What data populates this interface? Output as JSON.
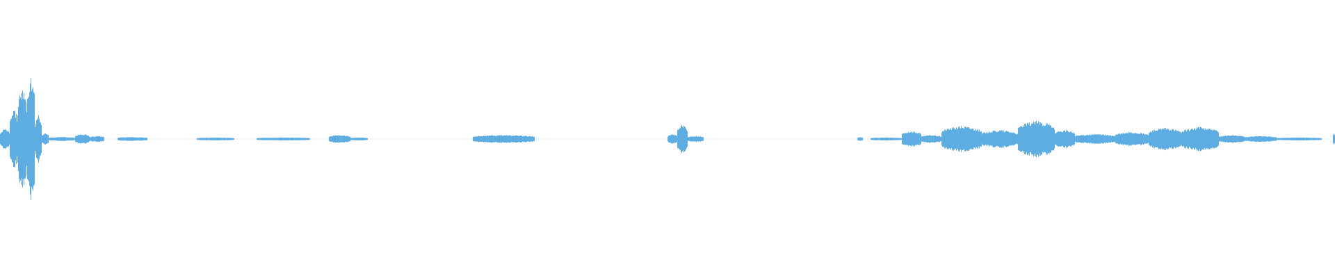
{
  "waveform": {
    "color": "#5dade2",
    "background": "#ffffff",
    "segments": [
      {
        "start": 0.0,
        "end": 0.007,
        "peak": 0.1
      },
      {
        "start": 0.007,
        "end": 0.013,
        "peak": 0.3
      },
      {
        "start": 0.013,
        "end": 0.02,
        "peak": 0.5
      },
      {
        "start": 0.02,
        "end": 0.026,
        "peak": 0.62
      },
      {
        "start": 0.026,
        "end": 0.031,
        "peak": 0.24
      },
      {
        "start": 0.031,
        "end": 0.036,
        "peak": 0.06
      },
      {
        "start": 0.036,
        "end": 0.056,
        "peak": 0.02
      },
      {
        "start": 0.056,
        "end": 0.067,
        "peak": 0.05
      },
      {
        "start": 0.067,
        "end": 0.078,
        "peak": 0.03
      },
      {
        "start": 0.088,
        "end": 0.11,
        "peak": 0.02
      },
      {
        "start": 0.147,
        "end": 0.175,
        "peak": 0.015
      },
      {
        "start": 0.192,
        "end": 0.232,
        "peak": 0.015
      },
      {
        "start": 0.246,
        "end": 0.262,
        "peak": 0.04
      },
      {
        "start": 0.262,
        "end": 0.275,
        "peak": 0.015
      },
      {
        "start": 0.354,
        "end": 0.4,
        "peak": 0.04
      },
      {
        "start": 0.5,
        "end": 0.507,
        "peak": 0.05
      },
      {
        "start": 0.507,
        "end": 0.515,
        "peak": 0.14
      },
      {
        "start": 0.515,
        "end": 0.527,
        "peak": 0.03
      },
      {
        "start": 0.642,
        "end": 0.646,
        "peak": 0.02
      },
      {
        "start": 0.652,
        "end": 0.675,
        "peak": 0.015
      },
      {
        "start": 0.675,
        "end": 0.69,
        "peak": 0.08
      },
      {
        "start": 0.69,
        "end": 0.705,
        "peak": 0.04
      },
      {
        "start": 0.705,
        "end": 0.735,
        "peak": 0.13
      },
      {
        "start": 0.735,
        "end": 0.762,
        "peak": 0.09
      },
      {
        "start": 0.762,
        "end": 0.79,
        "peak": 0.18
      },
      {
        "start": 0.79,
        "end": 0.805,
        "peak": 0.09
      },
      {
        "start": 0.805,
        "end": 0.835,
        "peak": 0.05
      },
      {
        "start": 0.835,
        "end": 0.86,
        "peak": 0.07
      },
      {
        "start": 0.86,
        "end": 0.885,
        "peak": 0.11
      },
      {
        "start": 0.885,
        "end": 0.913,
        "peak": 0.12
      },
      {
        "start": 0.913,
        "end": 0.932,
        "peak": 0.04
      },
      {
        "start": 0.932,
        "end": 0.956,
        "peak": 0.03
      },
      {
        "start": 0.956,
        "end": 0.99,
        "peak": 0.015
      },
      {
        "start": 0.998,
        "end": 1.0,
        "peak": 0.06
      }
    ]
  }
}
